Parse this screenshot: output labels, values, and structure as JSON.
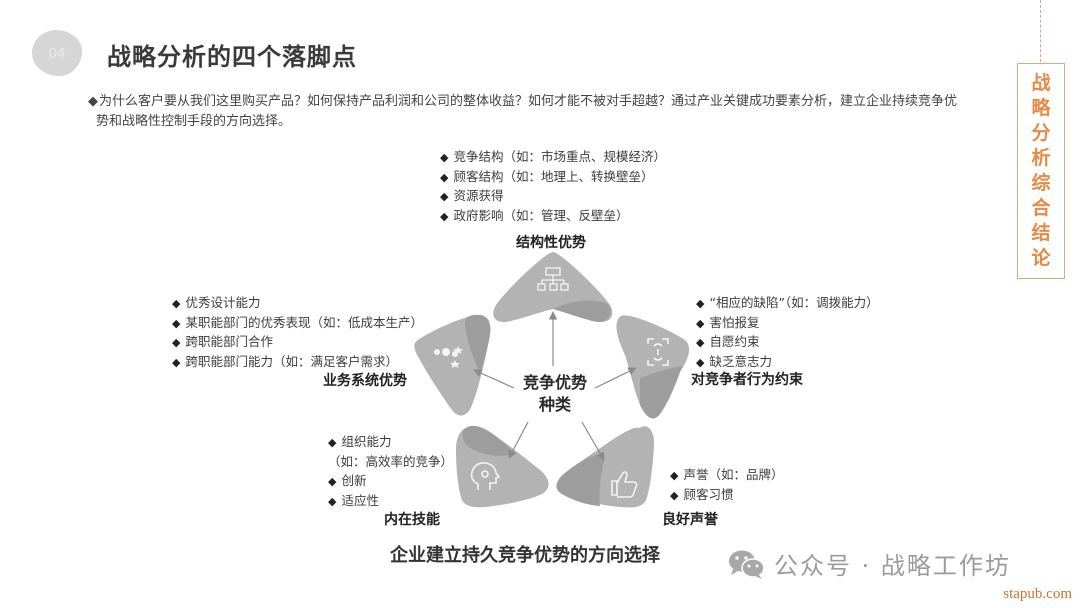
{
  "header": {
    "badge_number": "04",
    "title": "战略分析的四个落脚点"
  },
  "intro": {
    "bullet": "◆",
    "line1": "为什么客户要从我们这里购买产品？如何保持产品利润和公司的整体收益？如何才能不被对手超越？通过产业关键成功要素分析，建立企业持续竞争优",
    "line2": "势和战略性控制手段的方向选择。"
  },
  "side_label": {
    "chars": [
      "战",
      "略",
      "分",
      "析",
      "综",
      "合",
      "结",
      "论"
    ],
    "color": "#e58a47"
  },
  "diagram": {
    "center": {
      "line1": "竞争优势",
      "line2": "种类"
    },
    "categories": [
      {
        "id": "structural",
        "label": "结构性优势",
        "icon": "org-chart-icon",
        "bullets": [
          "竞争结构（如：市场重点、规模经济）",
          "顾客结构（如：地理上、转换壁垒）",
          "资源获得",
          "政府影响（如：管理、反壁垒）"
        ]
      },
      {
        "id": "competitor-constraint",
        "label": "对竞争者行为约束",
        "icon": "scan-frame-icon",
        "bullets": [
          "“相应的缺陷”（如：调拨能力）",
          "害怕报复",
          "自愿约束",
          "缺乏意志力"
        ]
      },
      {
        "id": "reputation",
        "label": "良好声誉",
        "icon": "thumbs-up-icon",
        "bullets": [
          "声誉（如：品牌）",
          "顾客习惯"
        ]
      },
      {
        "id": "internal-skills",
        "label": "内在技能",
        "icon": "idea-head-icon",
        "bullets": [
          "组织能力",
          "（如：高效率的竞争）",
          "创新",
          "适应性"
        ],
        "continuation_index": 1
      },
      {
        "id": "business-system",
        "label": "业务系统优势",
        "icon": "team-stars-icon",
        "bullets": [
          "优秀设计能力",
          "某职能部门的优秀表现（如：低成本生产）",
          "跨职能部门合作",
          "跨职能部门能力（如：满足客户需求）"
        ]
      }
    ],
    "colors": {
      "petal": "#b4b4b4",
      "petal_shade": "#9c9c9c",
      "arrow": "#888888"
    }
  },
  "footer": {
    "caption": "企业建立持久竞争优势的方向选择",
    "watermark": "公众号 · 战略工作坊",
    "site": "stapub.com"
  }
}
